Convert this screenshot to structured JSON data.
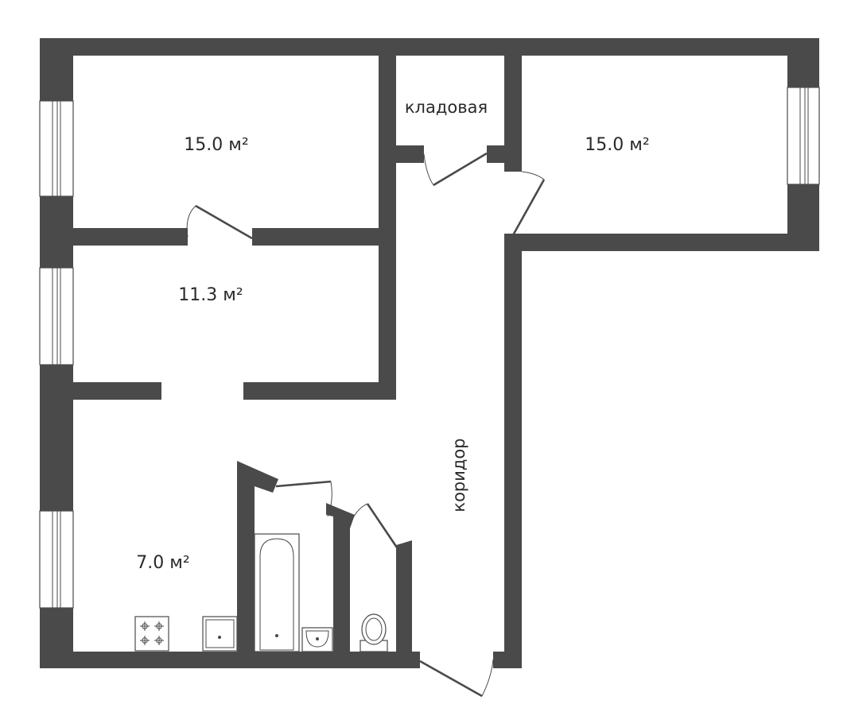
{
  "rooms": {
    "room_top_left": {
      "area": "15.0 м²"
    },
    "room_top_right": {
      "area": "15.0 м²"
    },
    "room_middle_left": {
      "area": "11.3 м²"
    },
    "kitchen": {
      "area": "7.0 м²"
    },
    "storage": {
      "label": "кладовая"
    },
    "corridor": {
      "label": "коридор"
    }
  },
  "colors": {
    "wall": "#4a4a4a",
    "background": "#ffffff",
    "text": "#2a2a2a"
  }
}
